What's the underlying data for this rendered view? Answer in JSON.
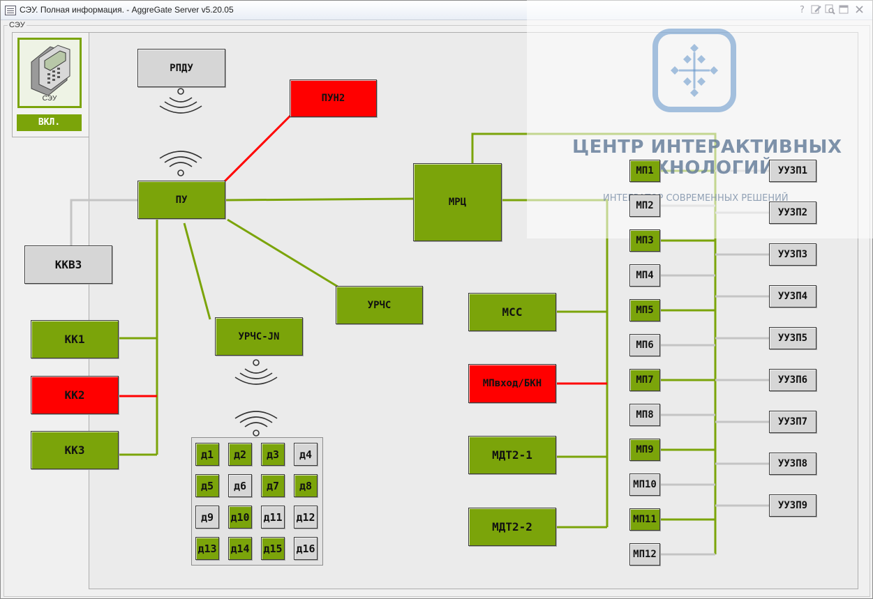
{
  "window": {
    "title": "СЭУ. Полная информация. - AggreGate Server v5.20.05",
    "buttons": {
      "help": "?"
    }
  },
  "group": {
    "legend": "СЭУ"
  },
  "device": {
    "caption": "СЭУ",
    "status": "ВКЛ."
  },
  "colors": {
    "green": "#7ba40a",
    "gray": "#d6d6d6",
    "red": "#ff0000",
    "link_gray": "#c4c4c4"
  },
  "nodes": {
    "rpdu": "РПДУ",
    "pun2": "ПУН2",
    "pu": "ПУ",
    "kkvz": "ККВЗ",
    "urchs": "УРЧС",
    "urchs_jn": "УРЧС-JN",
    "kk1": "КК1",
    "kk2": "КК2",
    "kk3": "КК3",
    "mrc": "МРЦ",
    "mss": "МСС",
    "mpvhod": "МПвход/БКН",
    "mdt2_1": "МДТ2-1",
    "mdt2_2": "МДТ2-2"
  },
  "mp": [
    {
      "label": "МП1",
      "state": "green"
    },
    {
      "label": "МП2",
      "state": "gray"
    },
    {
      "label": "МП3",
      "state": "green"
    },
    {
      "label": "МП4",
      "state": "gray"
    },
    {
      "label": "МП5",
      "state": "green"
    },
    {
      "label": "МП6",
      "state": "gray"
    },
    {
      "label": "МП7",
      "state": "green"
    },
    {
      "label": "МП8",
      "state": "gray"
    },
    {
      "label": "МП9",
      "state": "green"
    },
    {
      "label": "МП10",
      "state": "gray"
    },
    {
      "label": "МП11",
      "state": "green"
    },
    {
      "label": "МП12",
      "state": "gray"
    }
  ],
  "uuzp": [
    {
      "label": "УУЗП1",
      "state": "gray"
    },
    {
      "label": "УУЗП2",
      "state": "gray"
    },
    {
      "label": "УУЗП3",
      "state": "gray"
    },
    {
      "label": "УУЗП4",
      "state": "gray"
    },
    {
      "label": "УУЗП5",
      "state": "gray"
    },
    {
      "label": "УУЗП6",
      "state": "gray"
    },
    {
      "label": "УУЗП7",
      "state": "gray"
    },
    {
      "label": "УУЗП8",
      "state": "gray"
    },
    {
      "label": "УУЗП9",
      "state": "gray"
    }
  ],
  "sensors": [
    {
      "label": "д1",
      "state": "green"
    },
    {
      "label": "д2",
      "state": "green"
    },
    {
      "label": "д3",
      "state": "green"
    },
    {
      "label": "д4",
      "state": "gray"
    },
    {
      "label": "д5",
      "state": "green"
    },
    {
      "label": "д6",
      "state": "gray"
    },
    {
      "label": "д7",
      "state": "green"
    },
    {
      "label": "д8",
      "state": "green"
    },
    {
      "label": "д9",
      "state": "gray"
    },
    {
      "label": "д10",
      "state": "green"
    },
    {
      "label": "д11",
      "state": "gray"
    },
    {
      "label": "д12",
      "state": "gray"
    },
    {
      "label": "д13",
      "state": "green"
    },
    {
      "label": "д14",
      "state": "green"
    },
    {
      "label": "д15",
      "state": "green"
    },
    {
      "label": "д16",
      "state": "gray"
    }
  ],
  "watermark": {
    "line1": "ЦЕНТР ИНТЕРАКТИВНЫХ",
    "line2": "ТЕХНОЛОГИЙ",
    "line3": "ИНТЕГРАТОР СОВРЕМЕННЫХ РЕШЕНИЙ"
  }
}
